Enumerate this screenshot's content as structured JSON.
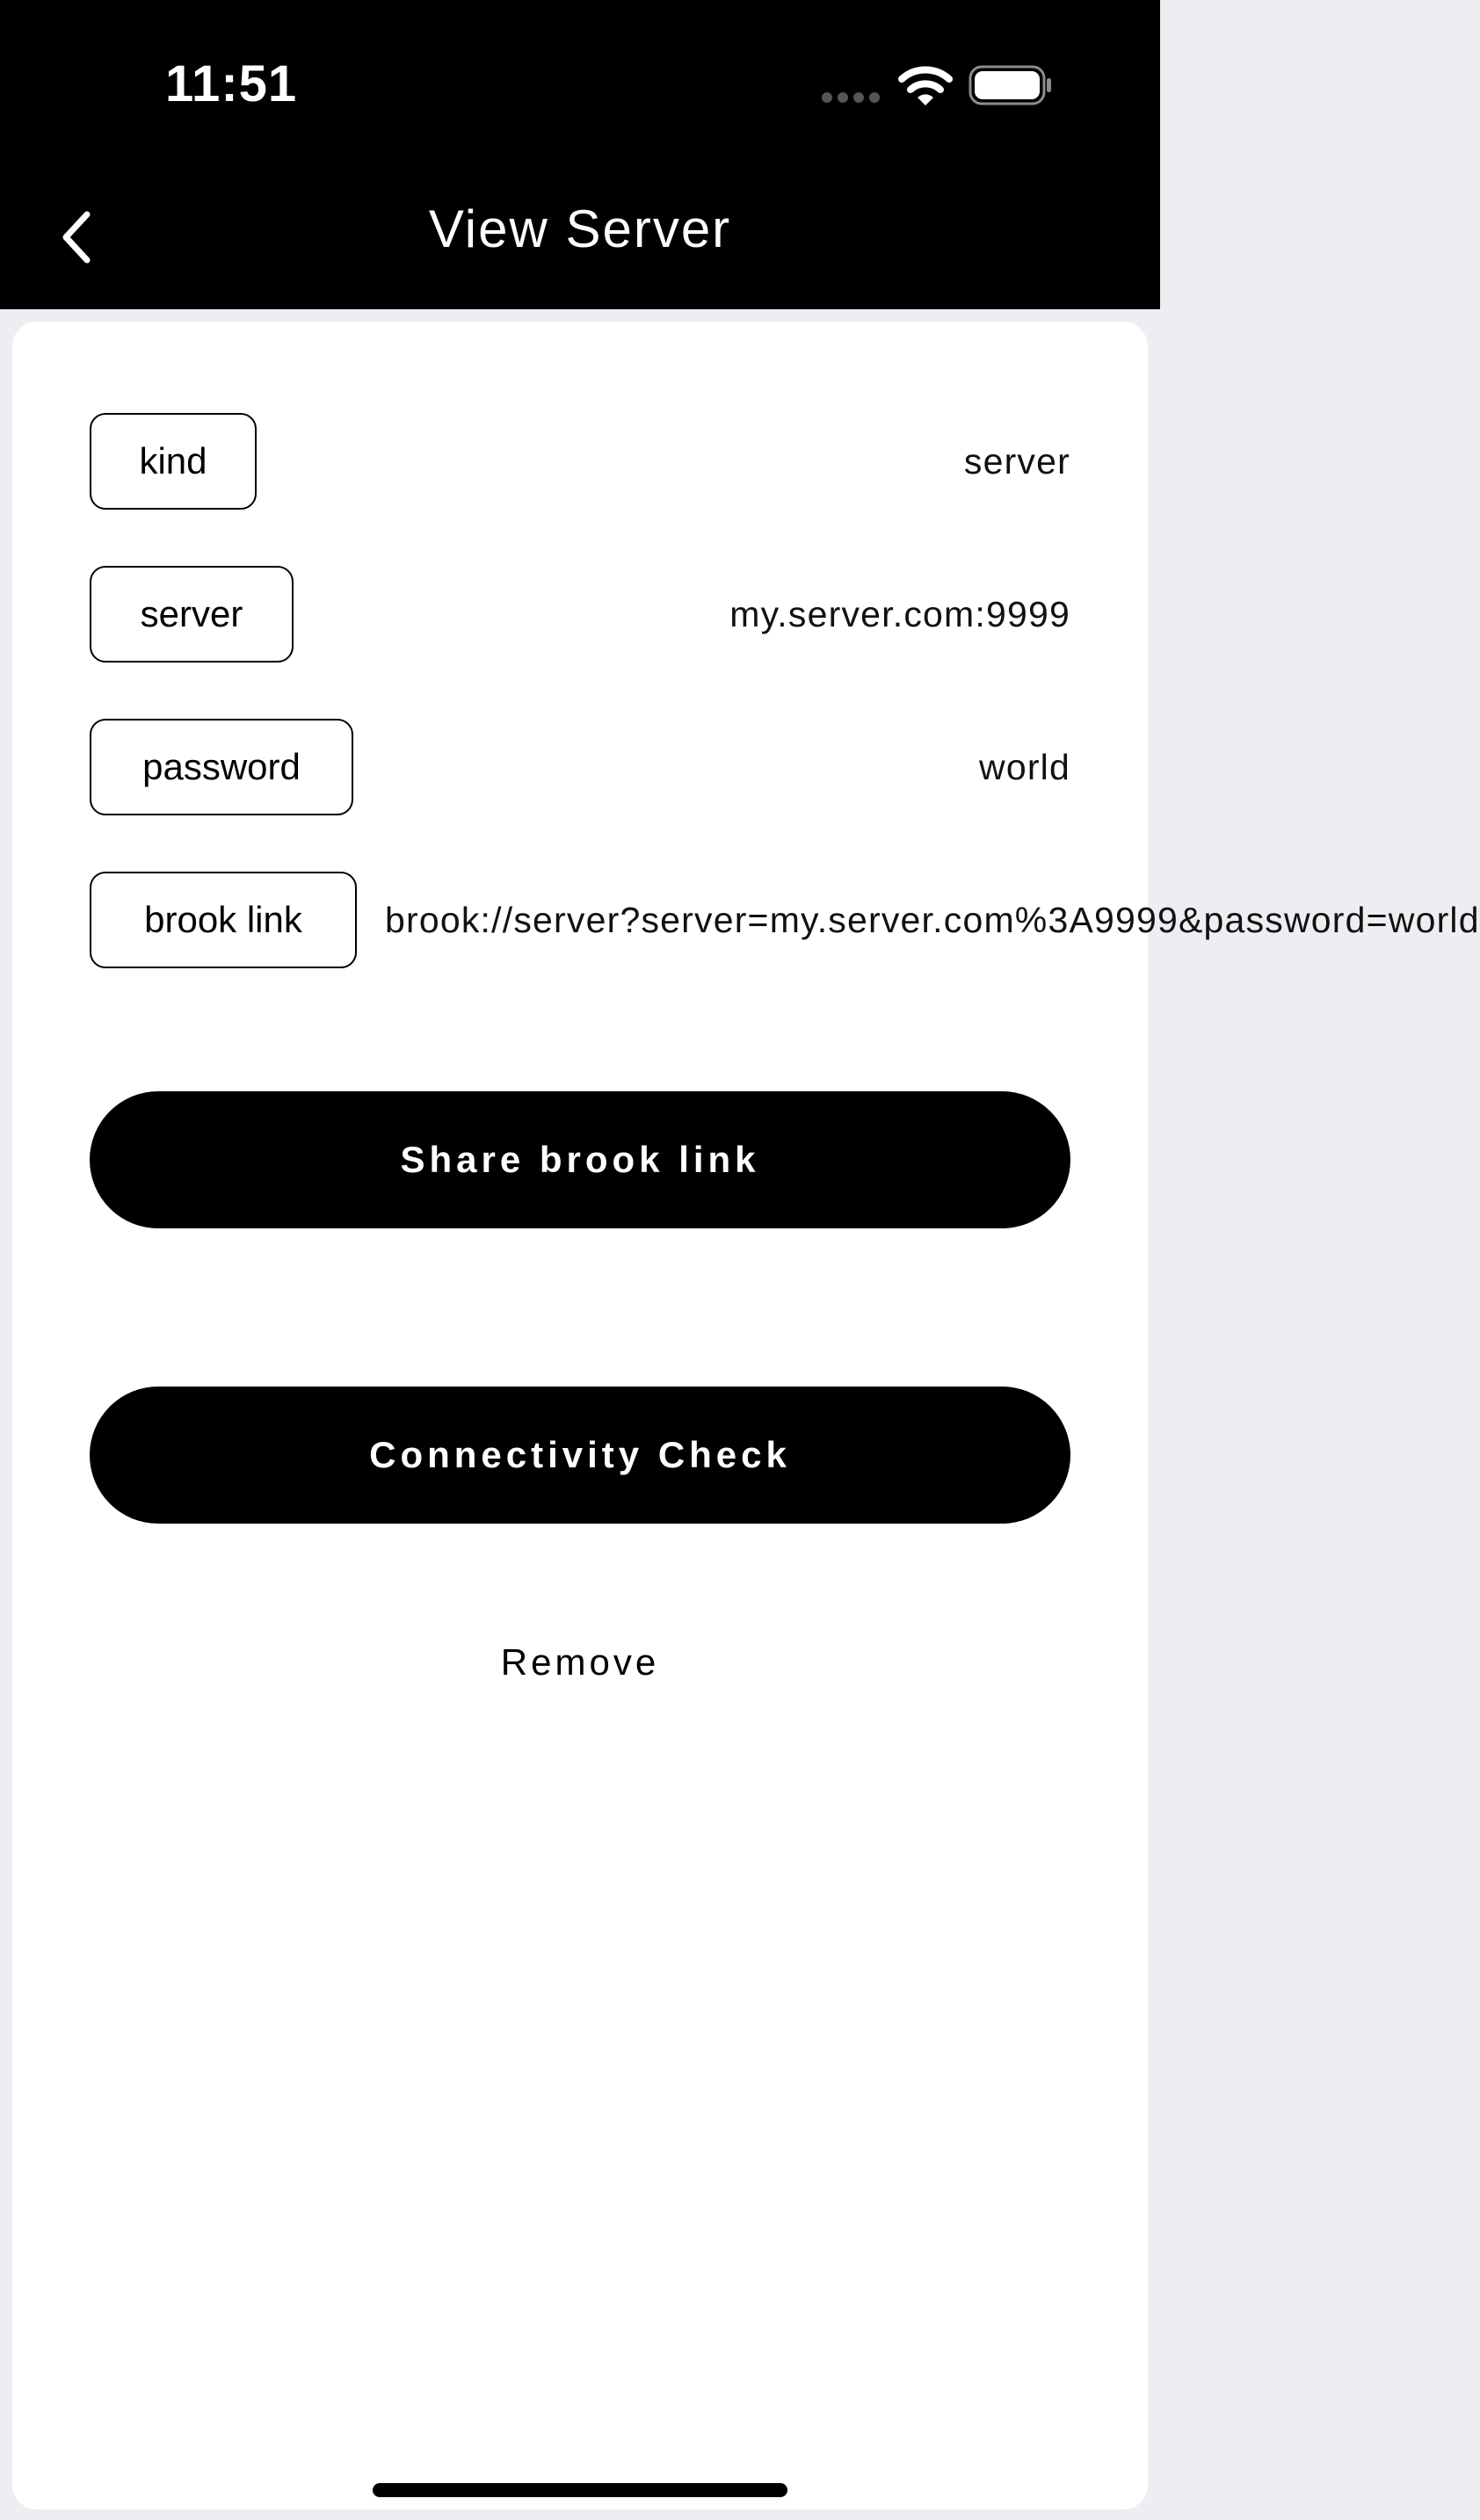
{
  "status_bar": {
    "time": "11:51"
  },
  "nav": {
    "title": "View Server",
    "back_icon": "chevron-left-icon"
  },
  "details": {
    "rows": [
      {
        "label": "kind",
        "value": "server"
      },
      {
        "label": "server",
        "value": "my.server.com:9999"
      },
      {
        "label": "password",
        "value": "world"
      },
      {
        "label": "brook link",
        "value": "brook://server?server=my.server.com%3A9999&password=world"
      }
    ]
  },
  "actions": {
    "share_label": "Share brook link",
    "check_label": "Connectivity Check",
    "remove_label": "Remove"
  },
  "colors": {
    "header_bg": "#000000",
    "page_bg": "#eeeef2",
    "card_bg": "#ffffff",
    "button_bg": "#000000",
    "button_text": "#ffffff"
  }
}
